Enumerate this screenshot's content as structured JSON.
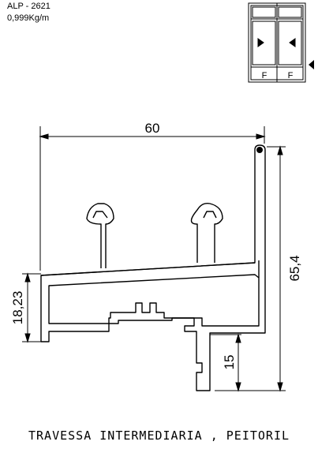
{
  "header": {
    "code": "ALP - 2621",
    "weight": "0,999Kg/m"
  },
  "icon": {
    "left_label": "F",
    "right_label": "F"
  },
  "dimensions": {
    "width": "60",
    "height": "65,4",
    "left_height": "18,23",
    "bottom_height": "15"
  },
  "title": "TRAVESSA INTERMEDIARIA , PEITORIL"
}
